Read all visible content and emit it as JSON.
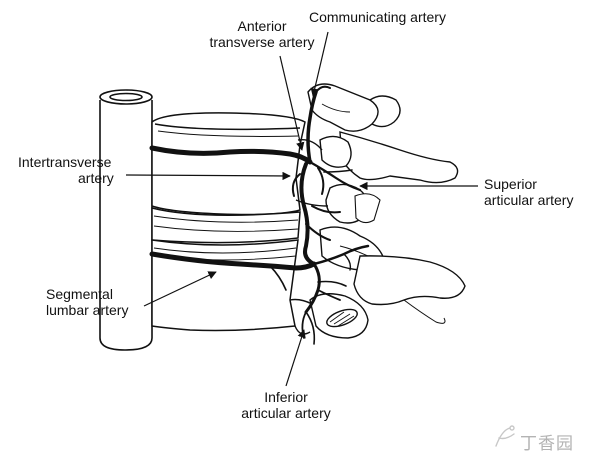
{
  "labels": {
    "communicating": "Communicating artery",
    "anterior_line1": "Anterior",
    "anterior_line2": "transverse artery",
    "intertransverse_line1": "Intertransverse",
    "intertransverse_line2": "artery",
    "superior_line1": "Superior",
    "superior_line2": "articular artery",
    "segmental_line1": "Segmental",
    "segmental_line2": "lumbar artery",
    "inferior_line1": "Inferior",
    "inferior_line2": "articular artery"
  },
  "watermark": {
    "text": "丁香园",
    "icon": "dxy-logo-icon"
  },
  "colors": {
    "ink": "#111111",
    "background": "#ffffff",
    "watermark": "#9a9a9a"
  }
}
